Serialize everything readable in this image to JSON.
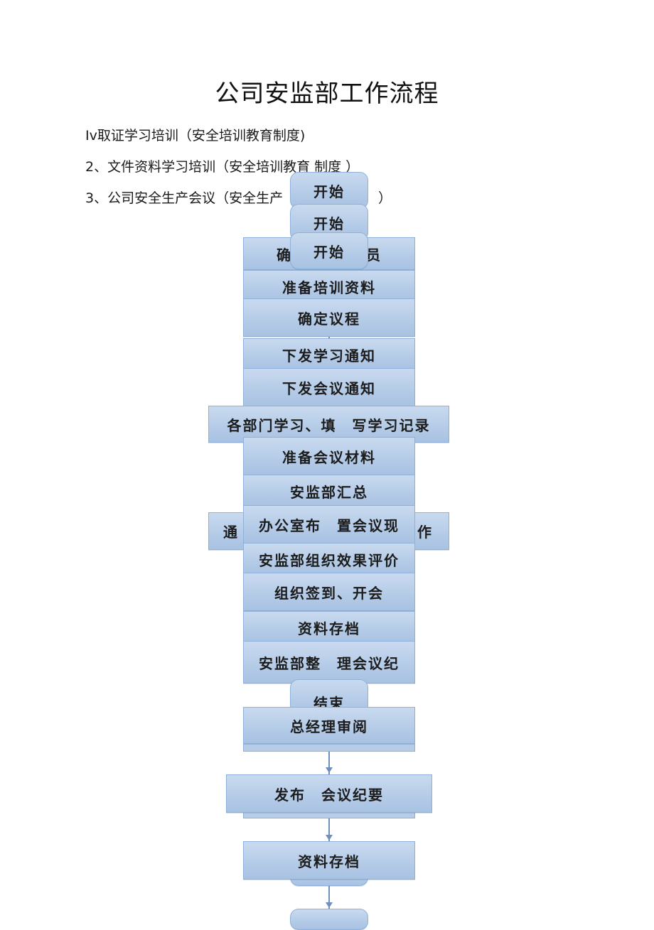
{
  "title": "公司安监部工作流程",
  "list": [
    "Iv取证学习培训（安全培训教育制度)",
    "2、文件资料学习培训（安全培训教育 制度 ）",
    "3、公司安全生产会议（安全生产"
  ],
  "list3_tail": "）",
  "flow": {
    "start_1": "开始",
    "start_2": "开始",
    "start_3": "开始",
    "confirm_left": "确",
    "confirm_right": "员",
    "prepare_training": "准备培训资料",
    "confirm_agenda": "确定议程",
    "issue_study_notice": "下发学习通知",
    "issue_meeting_notice": "下发会议通知",
    "dept_study": "各部门学习、填　写学习记录",
    "prepare_materials": "准备会议材料",
    "summary": "安监部汇总",
    "notify_left": "通",
    "notify_right": "作",
    "office_setup": "办公室布　置会议现",
    "evaluate": "安监部组织效果评价",
    "sign_in": "组织签到、开会",
    "archive_1": "资料存档",
    "minutes": "安监部整　理会议纪",
    "end": "结束",
    "gm_review": "总经理审阅",
    "publish": "发布　会议纪要",
    "archive_2": "资料存档"
  },
  "colors": {
    "node_fill": "#b4cbe7",
    "node_border": "#8fb0d8",
    "connector": "#6f8fbf"
  }
}
